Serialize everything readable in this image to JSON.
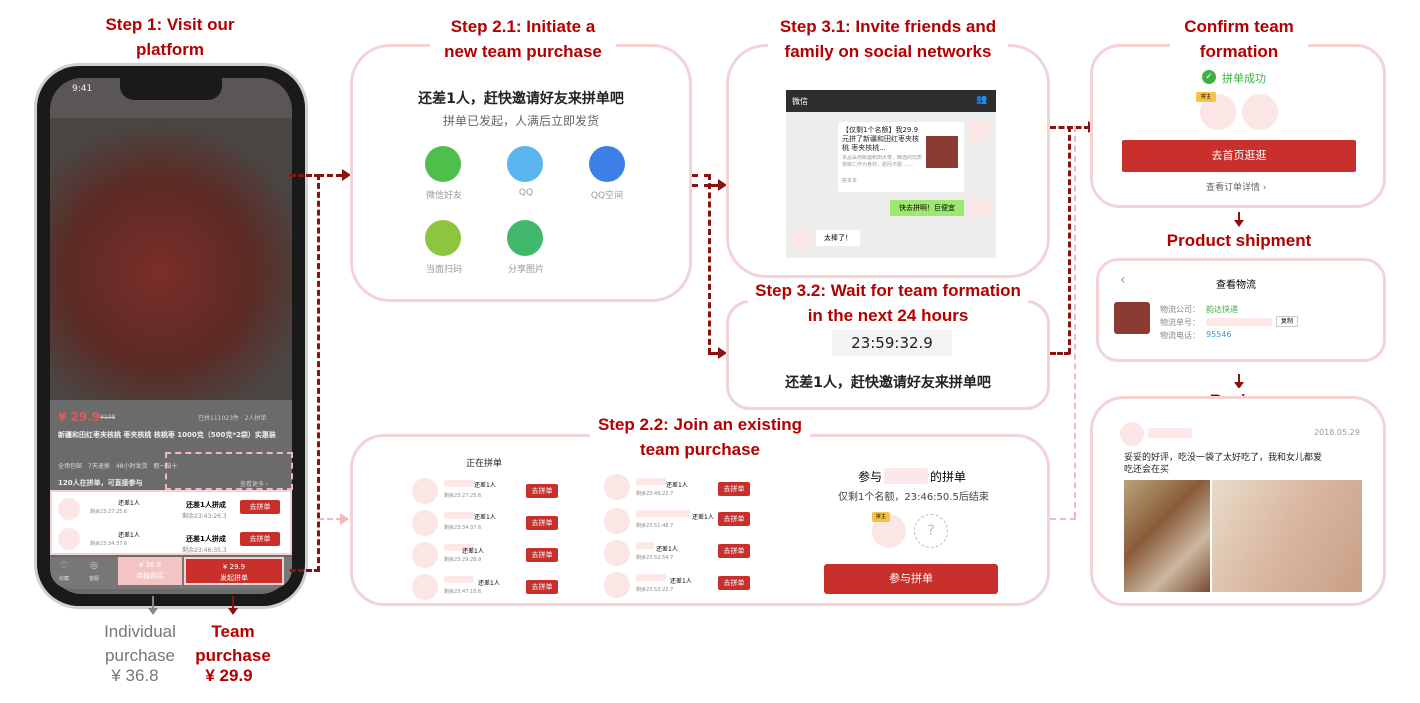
{
  "step1": {
    "title": "Step 1: Visit our platform",
    "phone": {
      "time": "9:41",
      "price": "¥ 29.9",
      "old_price": "¥108",
      "sold": "已拼111023件 · 2人拼单",
      "product_title": "新疆和田红枣夹核桃 枣夹核桃 核桃枣 1000克（500克*2袋）实惠装",
      "features": [
        "全场包邮",
        "7天退换",
        "48小时发货",
        "假一赔十"
      ],
      "groups_header": "120人在拼单，可直接参与",
      "see_more": "查看更多 ›",
      "rows": [
        {
          "need": "还差1人",
          "remain": "剩余23:27:25.6",
          "need2": "还差1人拼成",
          "remain2": "剩余23:43:26.3",
          "btn": "去拼单"
        },
        {
          "need": "还差1人",
          "remain": "剩余23:34:37.6",
          "need2": "还差1人拼成",
          "remain2": "剩余23:46:35.3",
          "btn": "去拼单"
        }
      ],
      "bottom": {
        "fav": "收藏",
        "svc": "客服",
        "single_price": "¥ 36.8",
        "single_label": "单独购买",
        "group_price": "¥ 29.9",
        "group_label": "发起拼单"
      }
    },
    "individual": "Individual purchase",
    "individual_price": "¥ 36.8",
    "team": "Team purchase",
    "team_price": "¥ 29.9"
  },
  "step21": {
    "title": "Step 2.1: Initiate a new team purchase",
    "line1": "还差1人，赶快邀请好友来拼单吧",
    "line2": "拼单已发起，人满后立即发货",
    "icons": [
      {
        "label": "微信好友",
        "icon": "wechat-icon",
        "color": "#4cc04a"
      },
      {
        "label": "QQ",
        "icon": "qq-icon",
        "color": "#5ab4f0"
      },
      {
        "label": "QQ空间",
        "icon": "qzone-icon",
        "color": "#3c7fe6"
      },
      {
        "label": "当面扫码",
        "icon": "qr-icon",
        "color": "#8cc63f"
      },
      {
        "label": "分享图片",
        "icon": "image-icon",
        "color": "#3fb86b"
      }
    ]
  },
  "step31": {
    "title": "Step 3.1: Invite friends and family on social networks",
    "wechat": "微信",
    "card_text": "【仅剩1个名额】我29.9元拼了新疆和田红枣夹核桃 枣夹核桃...",
    "card_sub": "本品采用新疆和田大枣，精选的优质核桃仁作为食材，甜而不腻……",
    "card_from": "拼多多",
    "msg1": "快去拼啊！巨便宜",
    "msg2": "太棒了！"
  },
  "step32": {
    "title": "Step 3.2: Wait for team formation in the next 24 hours",
    "timer": "23:59:32.9",
    "line": "还差1人，赶快邀请好友来拼单吧"
  },
  "step22": {
    "title": "Step 2.2: Join an existing team purchase",
    "list_title": "正在拼单",
    "left": [
      {
        "need": "还差1人",
        "remain": "剩余23:27:25.6"
      },
      {
        "need": "还差1人",
        "remain": "剩余23:34:37.6"
      },
      {
        "need": "还差1人",
        "remain": "剩余23:29:28.9"
      },
      {
        "need": "还差1人",
        "remain": "剩余23:47:10.6"
      }
    ],
    "right": [
      {
        "need": "还差1人",
        "remain": "剩余23:49:22.7"
      },
      {
        "need": "还差1人",
        "remain": "剩余23:51:48.7"
      },
      {
        "need": "还差1人",
        "remain": "剩余23:52:54.7"
      },
      {
        "need": "还差1人",
        "remain": "剩余23:53:22.7"
      }
    ],
    "btn": "去拼单",
    "join_title_a": "参与",
    "join_title_b": "的拼单",
    "join_sub": "仅剩1个名额，23:46:50.5后结束",
    "join_btn": "参与拼单",
    "badge": "拼主",
    "q": "?"
  },
  "confirm": {
    "title": "Confirm team formation",
    "success": "拼单成功",
    "btn": "去首页逛逛",
    "link": "查看订单详情 ›",
    "badge": "拼主"
  },
  "shipment": {
    "title": "Product shipment",
    "header": "查看物流",
    "company_label": "物流公司：",
    "company": "韵达快递",
    "no_label": "物流单号：",
    "copy": "复制",
    "phone_label": "物流电话：",
    "phone": "95546"
  },
  "review": {
    "title": "Review",
    "date": "2018.05.29",
    "text": "妥妥的好评，吃没一袋了太好吃了，我和女儿都爱吃还会在买"
  },
  "colors": {
    "accent": "#b30000",
    "panel_border": "#f3d3d3",
    "button": "#c9302c"
  }
}
